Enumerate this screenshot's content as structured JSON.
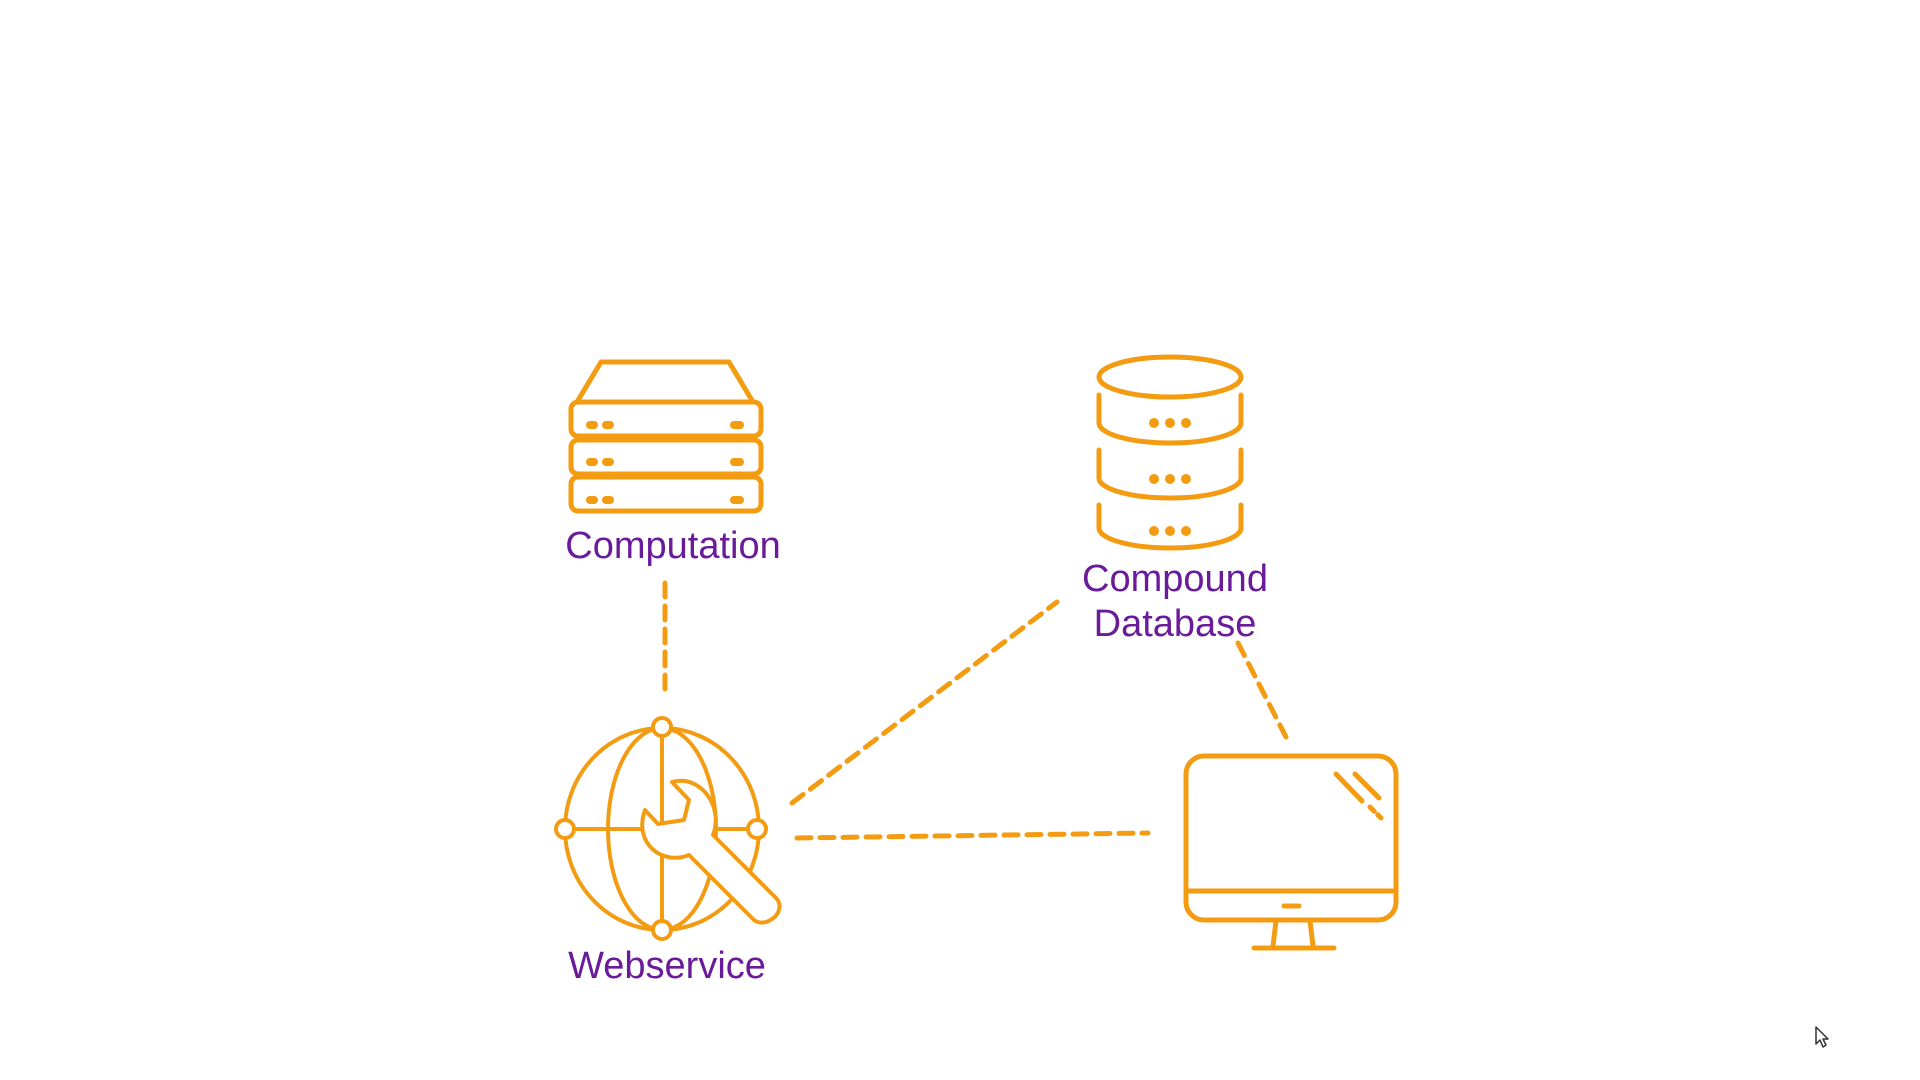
{
  "colors": {
    "icon": "#F39C12",
    "label": "#6A1B9A",
    "background": "#FFFFFF"
  },
  "nodes": {
    "computation": {
      "label": "Computation",
      "icon": "server-stack-icon"
    },
    "database": {
      "label_line1": "Compound",
      "label_line2": "Database",
      "icon": "database-icon"
    },
    "webservice": {
      "label": "Webservice",
      "icon": "globe-wrench-icon"
    },
    "client": {
      "icon": "monitor-icon"
    }
  },
  "connections": [
    {
      "from": "computation",
      "to": "webservice",
      "style": "dashed"
    },
    {
      "from": "webservice",
      "to": "database",
      "style": "dashed"
    },
    {
      "from": "webservice",
      "to": "client",
      "style": "dashed"
    },
    {
      "from": "database",
      "to": "client",
      "style": "dashed"
    }
  ],
  "cursor": {
    "icon": "mouse-pointer-icon"
  }
}
